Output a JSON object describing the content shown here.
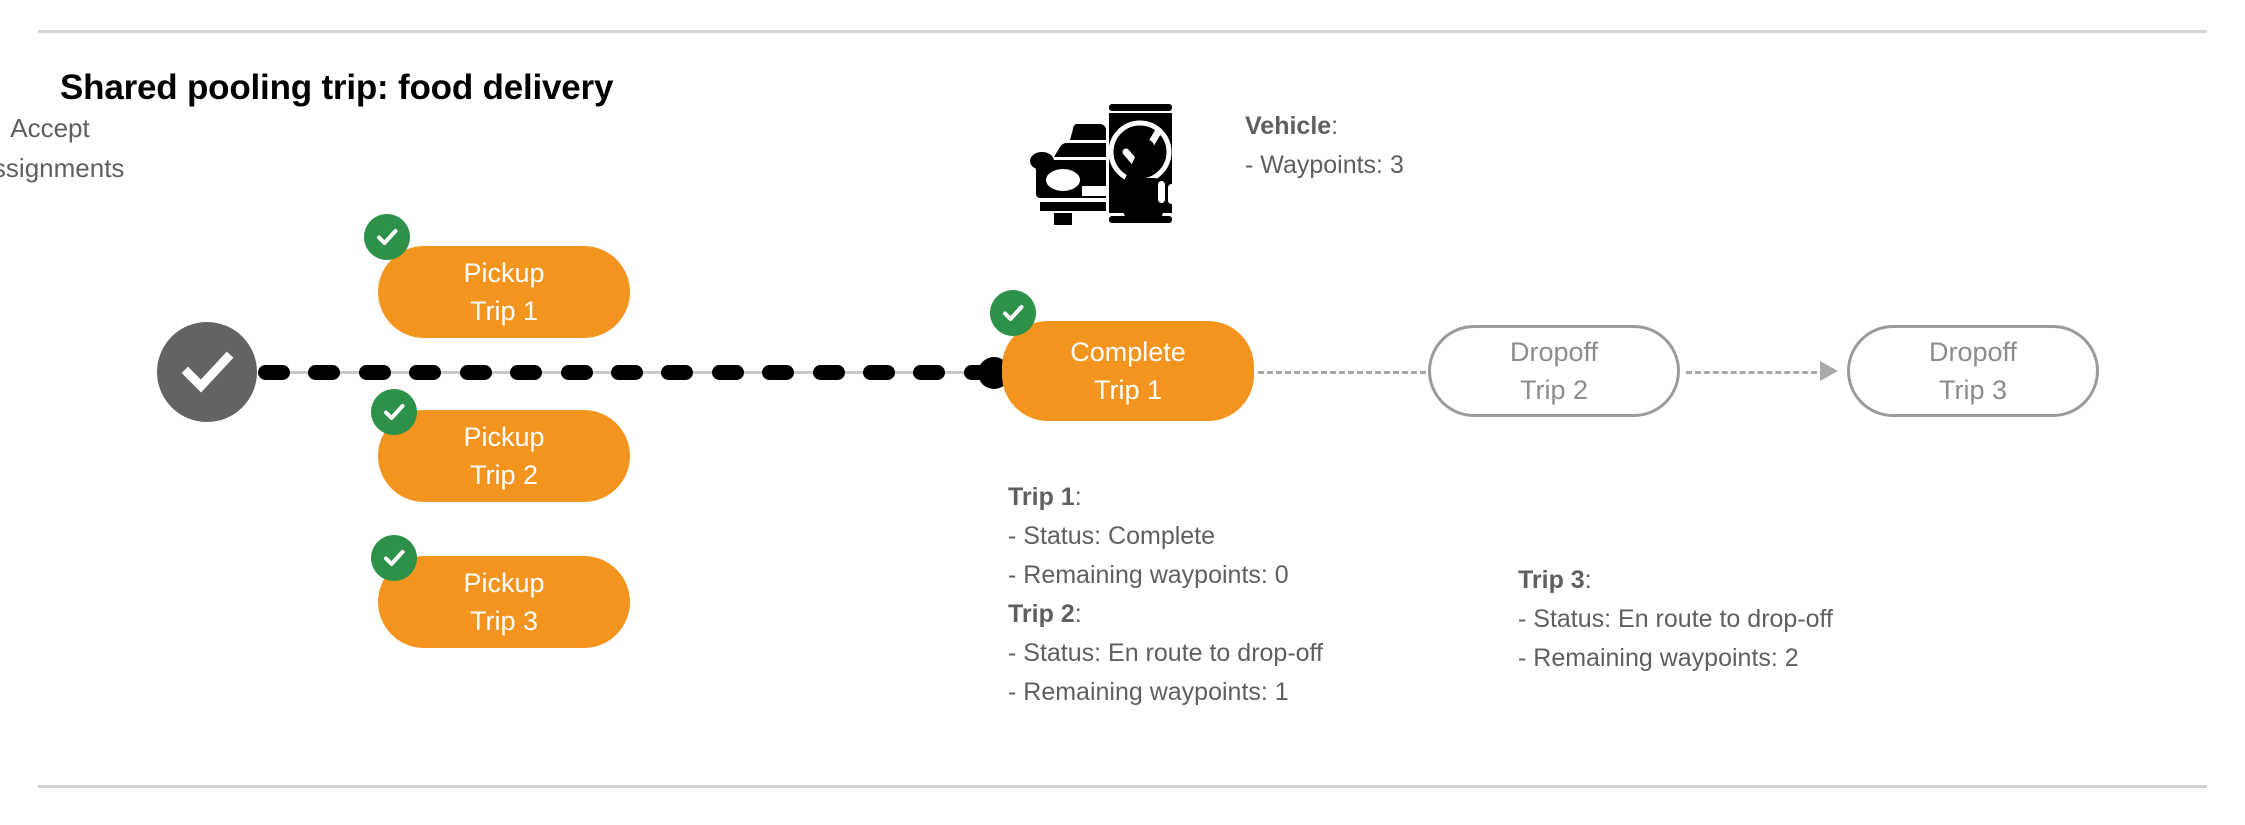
{
  "page": {
    "title": "Shared pooling trip: food delivery",
    "accent_orange": "#F3941F",
    "accent_green": "#2E9149",
    "node_gray": "#636363",
    "outline_gray": "#9a9a9a",
    "text_gray": "#5f5f5f"
  },
  "start_node": {
    "icon": "check-circle-icon",
    "label_line1": "Accept",
    "label_line2": "Assignments"
  },
  "pickup_nodes": [
    {
      "line1": "Pickup",
      "line2": "Trip 1",
      "badge": "check-badge-icon",
      "state": "complete"
    },
    {
      "line1": "Pickup",
      "line2": "Trip 2",
      "badge": "check-badge-icon",
      "state": "complete"
    },
    {
      "line1": "Pickup",
      "line2": "Trip 3",
      "badge": "check-badge-icon",
      "state": "complete"
    }
  ],
  "complete_node": {
    "line1": "Complete",
    "line2": "Trip 1",
    "badge": "check-badge-icon",
    "state": "complete"
  },
  "dropoff_nodes": [
    {
      "line1": "Dropoff",
      "line2": "Trip 2",
      "state": "pending"
    },
    {
      "line1": "Dropoff",
      "line2": "Trip 3",
      "state": "pending"
    }
  ],
  "vehicle_info": {
    "icon": "car-phone-check-icon",
    "heading": "Vehicle",
    "heading_suffix": ":",
    "lines": [
      "- Waypoints: 3"
    ]
  },
  "trip_info_left": [
    {
      "heading": "Trip 1",
      "heading_suffix": ":",
      "lines": [
        "- Status:  Complete",
        "- Remaining waypoints: 0"
      ]
    },
    {
      "heading": "Trip 2",
      "heading_suffix": ":",
      "lines": [
        "- Status:  En route to drop-off",
        "- Remaining waypoints: 1"
      ]
    }
  ],
  "trip_info_right": [
    {
      "heading": "Trip 3",
      "heading_suffix": ":",
      "lines": [
        "- Status:  En route to drop-off",
        "- Remaining waypoints: 2"
      ]
    }
  ]
}
